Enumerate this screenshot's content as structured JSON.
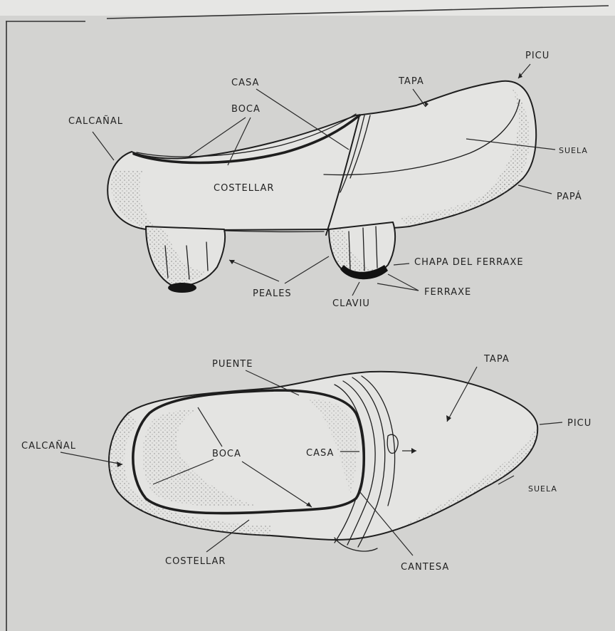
{
  "side_view": {
    "labels": {
      "picu": "PICU",
      "casa": "CASA",
      "tapa": "TAPA",
      "boca": "BOCA",
      "calcanal": "CALCAÑAL",
      "suela": "SUELA",
      "costellar": "COSTELLAR",
      "papa": "PAPÁ",
      "chapa": "CHAPA  DEL  FERRAXE",
      "peales": "PEALES",
      "ferraxe": "FERRAXE",
      "claviu": "CLAVIU"
    }
  },
  "top_view": {
    "labels": {
      "puente": "PUENTE",
      "tapa": "TAPA",
      "picu": "PICU",
      "calcanal": "CALCAÑAL",
      "boca": "BOCA",
      "casa": "CASA",
      "suela": "SUELA",
      "costellar": "COSTELLAR",
      "cantesa": "CANTESA"
    }
  }
}
